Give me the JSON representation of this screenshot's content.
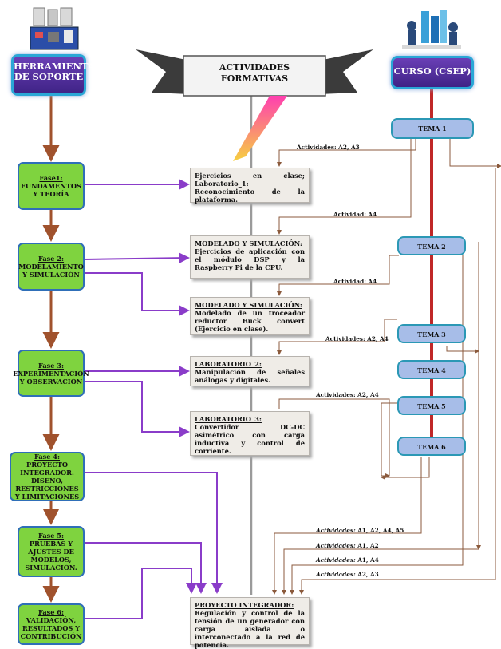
{
  "left_header": {
    "line1": "HERRAMIENTA",
    "line2": "DE SOPORTE"
  },
  "center_header": {
    "line1": "ACTIVIDADES",
    "line2": "FORMATIVAS"
  },
  "right_header": {
    "label": "CURSO (CSEP)"
  },
  "phases": [
    {
      "title": "Fase1:",
      "body": "FUNDAMENTOS Y TEORÍA"
    },
    {
      "title": "Fase 2:",
      "body": "MODELAMIENTO Y SIMULACIÓN"
    },
    {
      "title": "Fase 3:",
      "body": "EXPERIMENTACIÓN Y OBSERVACIÓN"
    },
    {
      "title": "Fase 4:",
      "body": "PROYECTO INTEGRADOR. DISEÑO, RESTRICCIONES Y LIMITACIONES"
    },
    {
      "title": "Fase 5:",
      "body": "PRUEBAS Y AJUSTES DE MODELOS, SIMULACIÓN."
    },
    {
      "title": "Fase 6:",
      "body": "VALIDACIÓN, RESULTADOS Y CONTRIBUCIÓN"
    }
  ],
  "activities": [
    {
      "title": "",
      "body": "Ejercicios en clase; Laboratorio_1: Reconocimiento de la plataforma."
    },
    {
      "title": "MODELADO Y SIMULACIÓN:",
      "body": "Ejercicios de aplicación con el módulo DSP y la Raspberry Pi de la CPU."
    },
    {
      "title": "MODELADO Y SIMULACIÓN:",
      "body": "Modelado de un troceador reductor Buck convert (Ejercicio en clase)."
    },
    {
      "title": "LABORATORIO_2:",
      "body": "Manipulación de señales análogas y digitales."
    },
    {
      "title": "LABORATORIO_3:",
      "body": "Convertidor DC-DC asimétrico con carga inductiva y control de corriente."
    },
    {
      "title": "PROYECTO INTEGRADOR:",
      "body": "Regulación y control de la tensión de un generador con carga aislada o interconectado a la red de potencia."
    }
  ],
  "temas": [
    "TEMA 1",
    "TEMA 2",
    "TEMA 3",
    "TEMA 4",
    "TEMA 5",
    "TEMA 6"
  ],
  "labels": {
    "l1": "Actividades: A2, A3",
    "l2": "Actividad: A4",
    "l3": "Actividad: A4",
    "l4": "Actividades: A2, A4",
    "l5": "Actividades: A2, A4",
    "l6_key": "Actividades:",
    "l6_val": "A1, A2, A4, A5",
    "l7_key": "Actividades:",
    "l7_val": "A1, A2",
    "l8_key": "Actividades:",
    "l8_val": "A1, A4",
    "l9_key": "Actividades:",
    "l9_val": "A2, A3"
  },
  "colors": {
    "phase_fill": "#7fd33f",
    "phase_border": "#2f6fb8",
    "tema_fill": "#a7bde8",
    "brown_arrow": "#a0522d",
    "purple_arrow": "#8a3cc9",
    "red_line": "#d43030"
  },
  "icons": [
    "hardware-kit-icon",
    "people-books-icon",
    "ribbon-banner-icon"
  ]
}
